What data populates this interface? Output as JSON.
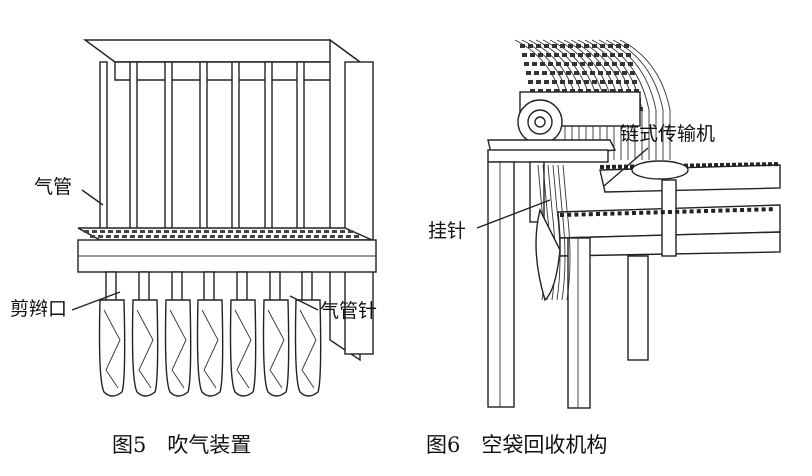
{
  "figure5": {
    "caption": "图5　吹气装置",
    "labels": {
      "air_pipe": "气管",
      "cut_opening": "剪辫口",
      "air_needle": "气管针"
    }
  },
  "figure6": {
    "caption": "图6　空袋回收机构",
    "labels": {
      "chain_conveyor": "链式传输机",
      "hanging_needle": "挂针"
    }
  }
}
